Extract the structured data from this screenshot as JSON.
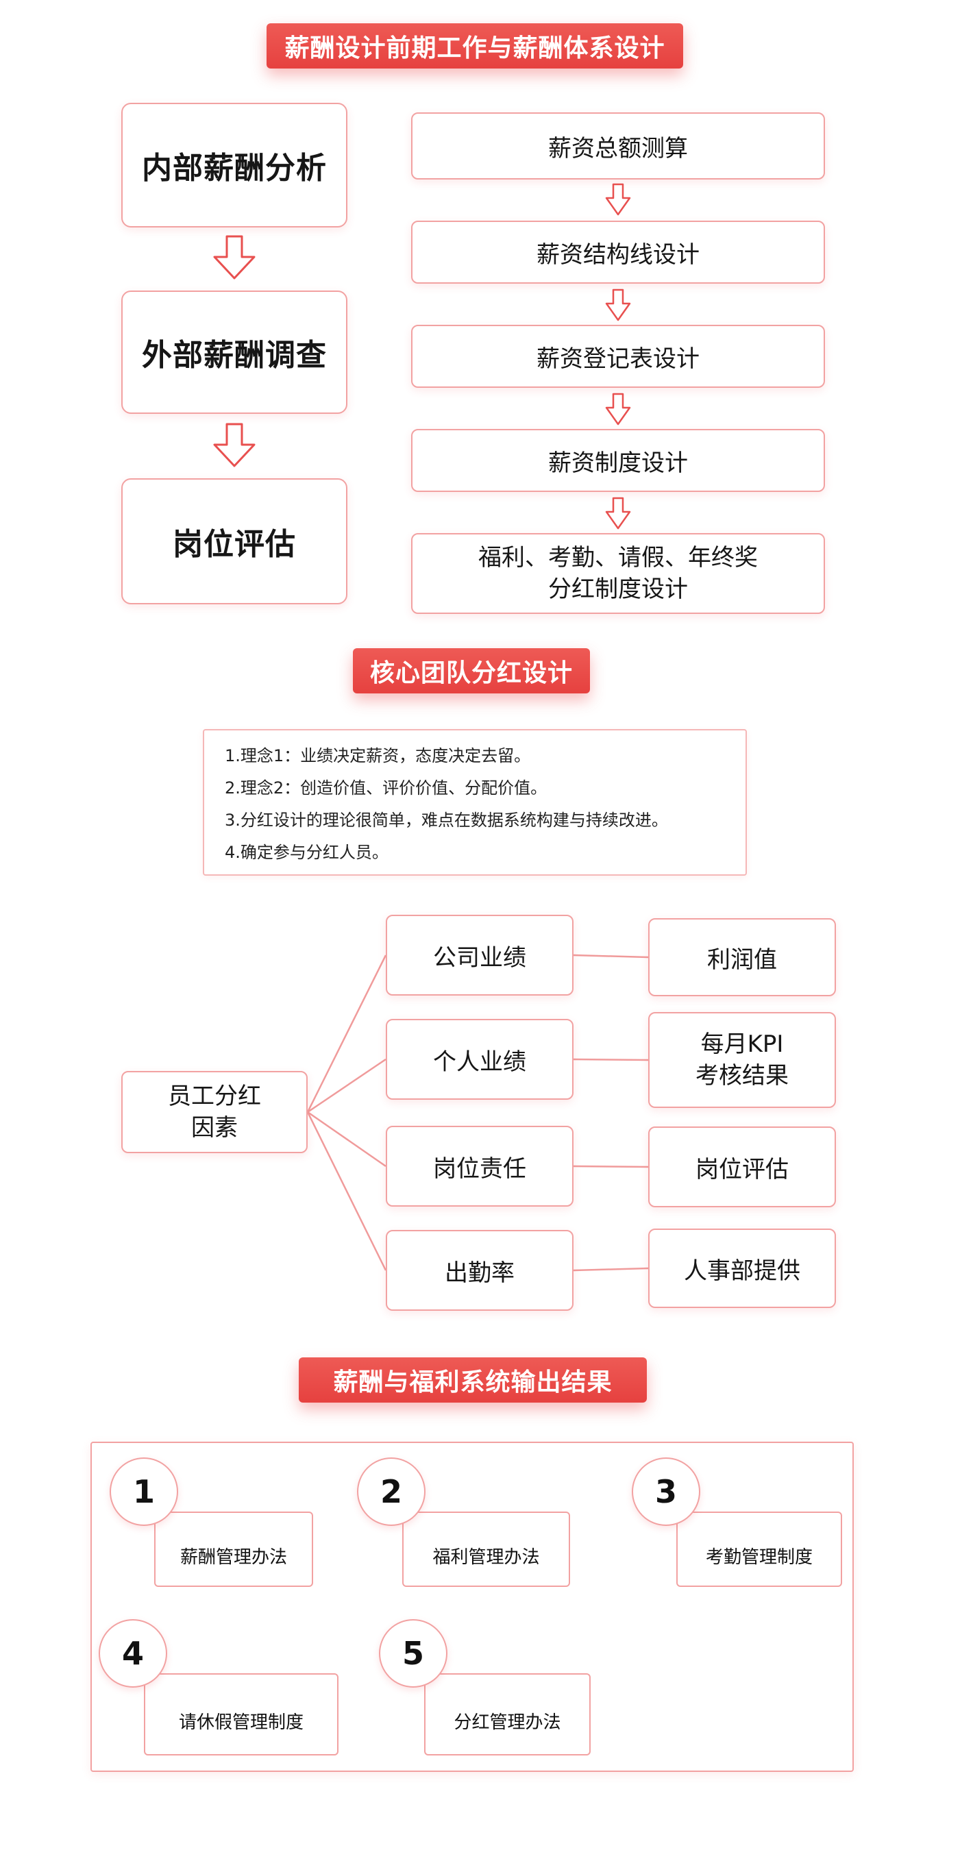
{
  "colors": {
    "banner_red": "#e94b4b",
    "border_pink": "#f2a2a2",
    "arrow_red": "#e8504f",
    "text": "#161616"
  },
  "section1": {
    "banner": "薪酬设计前期工作与薪酬体系设计",
    "left_flow": [
      "内部薪酬分析",
      "外部薪酬调查",
      "岗位评估"
    ],
    "right_flow": [
      "薪资总额测算",
      "薪资结构线设计",
      "薪资登记表设计",
      "薪资制度设计",
      "福利、考勤、请假、年终奖\n分红制度设计"
    ]
  },
  "section2": {
    "banner": "核心团队分红设计",
    "notes": [
      "1.理念1：业绩决定薪资，态度决定去留。",
      "2.理念2：创造价值、评价价值、分配价值。",
      "3.分红设计的理论很简单，难点在数据系统构建与持续改进。",
      "4.确定参与分红人员。"
    ],
    "factors": {
      "root": "员工分红\n因素",
      "rows": [
        {
          "factor": "公司业绩",
          "source": "利润值"
        },
        {
          "factor": "个人业绩",
          "source": "每月KPI\n考核结果"
        },
        {
          "factor": "岗位责任",
          "source": "岗位评估"
        },
        {
          "factor": "出勤率",
          "source": "人事部提供"
        }
      ]
    }
  },
  "section3": {
    "banner": "薪酬与福利系统输出结果",
    "items": [
      {
        "num": "1",
        "label": "薪酬管理办法"
      },
      {
        "num": "2",
        "label": "福利管理办法"
      },
      {
        "num": "3",
        "label": "考勤管理制度"
      },
      {
        "num": "4",
        "label": "请休假管理制度"
      },
      {
        "num": "5",
        "label": "分红管理办法"
      }
    ]
  }
}
